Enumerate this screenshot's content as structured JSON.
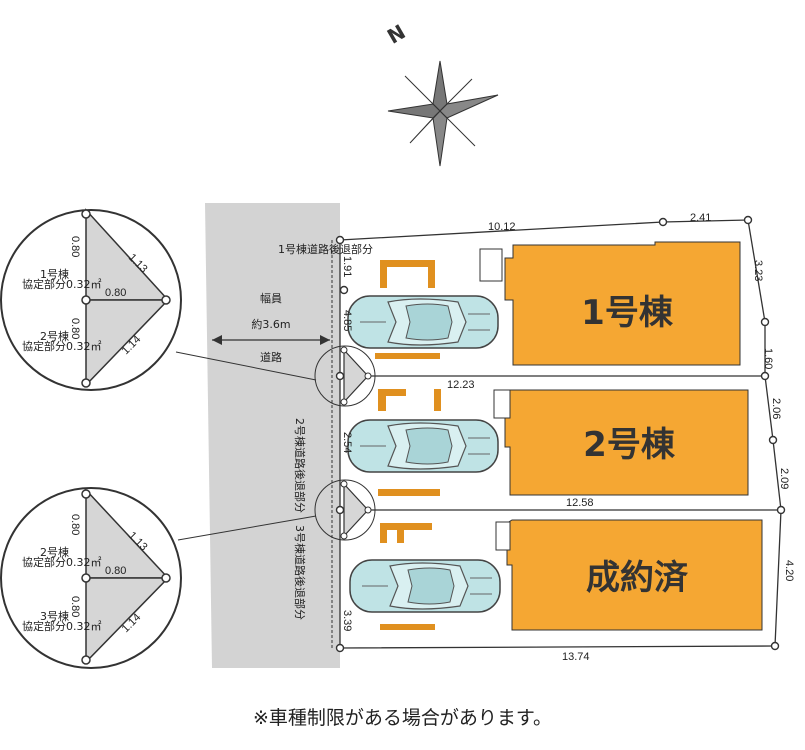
{
  "compass": {
    "north_label": "N",
    "icon": "compass-rose-icon"
  },
  "road": {
    "width_label": "幅員",
    "width_value": "約3.6m",
    "name": "道路"
  },
  "setback_labels": {
    "lot1": "1号棟道路後退部分",
    "lot2": "2号棟道路後退部分",
    "lot3": "3号棟道路後退部分"
  },
  "lots": [
    {
      "label": "1号棟",
      "color": "#F5A733"
    },
    {
      "label": "2号棟",
      "color": "#F5A733"
    },
    {
      "label": "成約済",
      "color": "#F5A733"
    }
  ],
  "dimensions": {
    "top_a": "10.12",
    "top_b": "2.41",
    "right_1": "3.23",
    "right_2": "1.60",
    "right_3": "2.06",
    "right_4": "2.09",
    "right_5": "4.20",
    "left_1": "1.91",
    "left_2": "4.85",
    "left_3": "2.54",
    "left_4": "3.39",
    "div_1": "12.23",
    "div_2": "12.58",
    "bottom": "13.74"
  },
  "detail_circles": [
    {
      "top": "0.80",
      "hyp_upper": "1.13",
      "middle": "0.80",
      "bottom": "0.80",
      "hyp_lower": "1.14",
      "area_upper_1": "1号棟",
      "area_upper_2": "協定部分0.32㎡",
      "area_lower_1": "2号棟",
      "area_lower_2": "協定部分0.32㎡"
    },
    {
      "top": "0.80",
      "hyp_upper": "1.13",
      "middle": "0.80",
      "bottom": "0.80",
      "hyp_lower": "1.14",
      "area_upper_1": "2号棟",
      "area_upper_2": "協定部分0.32㎡",
      "area_lower_1": "3号棟",
      "area_lower_2": "協定部分0.32㎡"
    }
  ],
  "colors": {
    "building": "#F5A733",
    "road": "#D3D3D3",
    "car_body": "#BFE3E5",
    "triangle": "#D6D6D6"
  },
  "footnote": "※車種制限がある場合があります。"
}
